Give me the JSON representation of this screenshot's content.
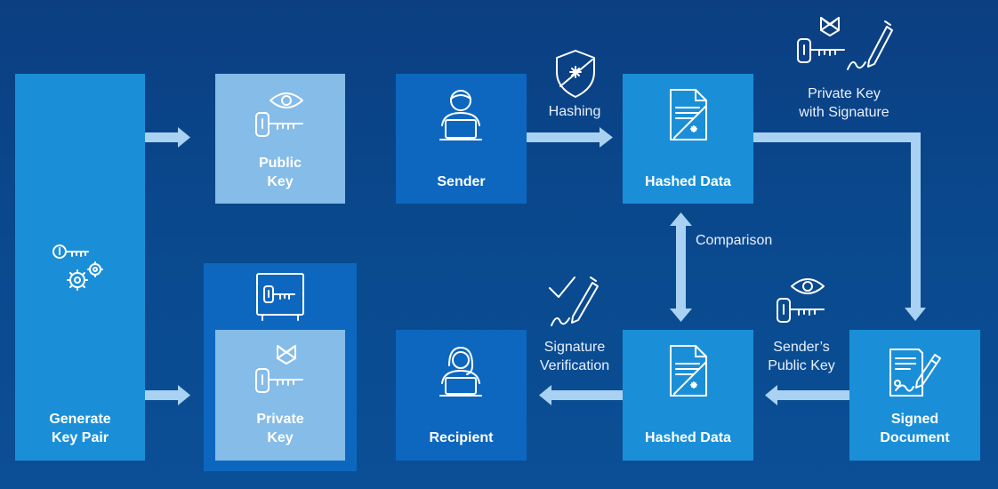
{
  "colors": {
    "background": "#0b3f82",
    "box_blue": "#1a8fd8",
    "box_light": "#85bce8",
    "box_dark": "#0d67bf",
    "arrow": "#a9d2f2"
  },
  "nodes": {
    "generate": {
      "line1": "Generate",
      "line2": "Key Pair",
      "icon": "key-gears-icon"
    },
    "public_key": {
      "line1": "Public",
      "line2": "Key",
      "icon": "key-eye-icon"
    },
    "private_key": {
      "line1": "Private",
      "line2": "Key",
      "icon": "key-lock-icon",
      "vault_icon": "safe-key-icon"
    },
    "sender": {
      "label": "Sender",
      "icon": "person-laptop-icon"
    },
    "hashed_top": {
      "label": "Hashed Data",
      "icon": "hashed-document-icon"
    },
    "hashed_bottom": {
      "label": "Hashed Data",
      "icon": "hashed-document-icon"
    },
    "recipient": {
      "label": "Recipient",
      "icon": "woman-laptop-icon"
    },
    "signed": {
      "line1": "Signed",
      "line2": "Document",
      "icon": "signed-document-icon"
    }
  },
  "edge_labels": {
    "hashing": "Hashing",
    "private_sig_1": "Private Key",
    "private_sig_2": "with Signature",
    "comparison": "Comparison",
    "sender_pk_1": "Sender’s",
    "sender_pk_2": "Public Key",
    "sig_ver_1": "Signature",
    "sig_ver_2": "Verification"
  },
  "edges": [
    {
      "from": "generate",
      "to": "public_key"
    },
    {
      "from": "generate",
      "to": "private_key"
    },
    {
      "from": "sender",
      "to": "hashed_top",
      "label": "Hashing"
    },
    {
      "from": "hashed_top",
      "to": "signed",
      "label": "Private Key with Signature"
    },
    {
      "from": "hashed_top",
      "to": "hashed_bottom",
      "label": "Comparison",
      "bidirectional": true
    },
    {
      "from": "signed",
      "to": "hashed_bottom",
      "label": "Sender’s Public Key"
    },
    {
      "from": "hashed_bottom",
      "to": "recipient",
      "label": "Signature Verification"
    }
  ]
}
